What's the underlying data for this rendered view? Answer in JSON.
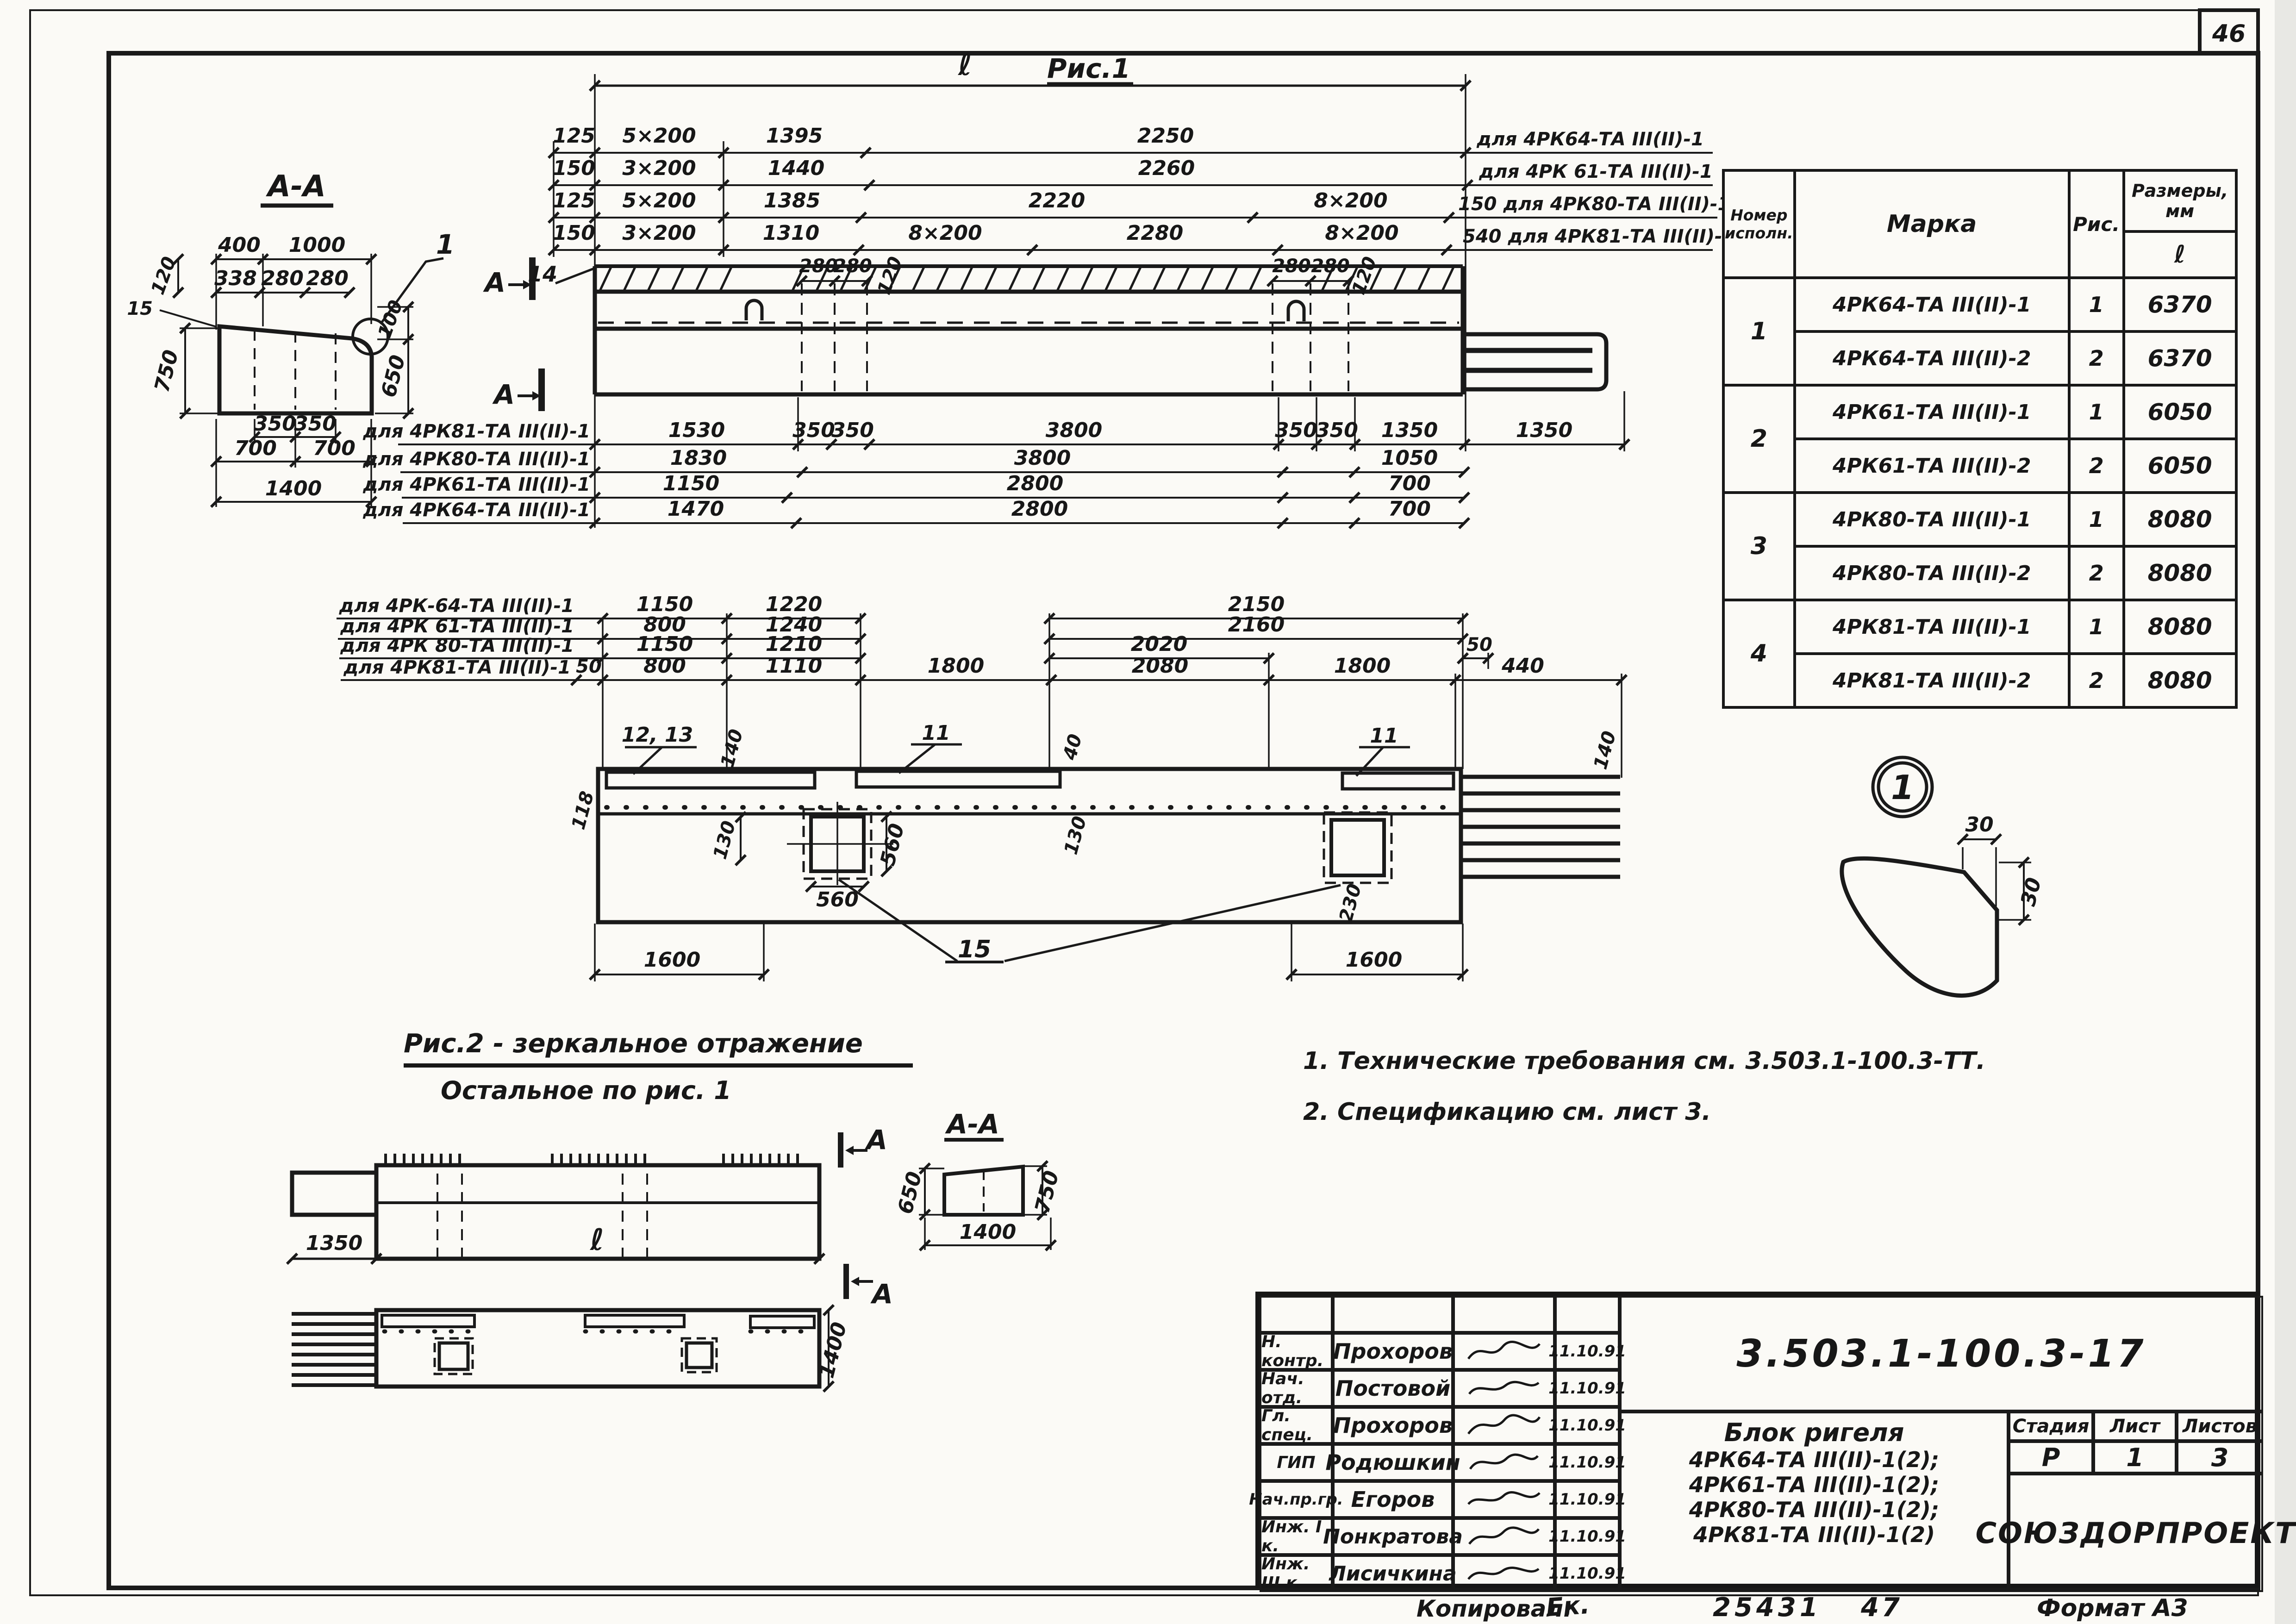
{
  "page": {
    "num": "46",
    "kop": "Копировал:",
    "sig": "Ек.",
    "n1": "25431",
    "n2": "47",
    "fmt": "Формат А3"
  },
  "table": {
    "h_num": "Номер исполн.",
    "h_marka": "Марка",
    "h_ris": "Рис.",
    "h_razm": "Размеры, мм",
    "h_l": "ℓ",
    "groups": [
      "1",
      "2",
      "3",
      "4"
    ],
    "rows": [
      {
        "marka": "4РК64-ТА III(II)-1",
        "ris": "1",
        "l": "6370"
      },
      {
        "marka": "4РК64-ТА III(II)-2",
        "ris": "2",
        "l": "6370"
      },
      {
        "marka": "4РК61-ТА III(II)-1",
        "ris": "1",
        "l": "6050"
      },
      {
        "marka": "4РК61-ТА III(II)-2",
        "ris": "2",
        "l": "6050"
      },
      {
        "marka": "4РК80-ТА III(II)-1",
        "ris": "1",
        "l": "8080"
      },
      {
        "marka": "4РК80-ТА III(II)-2",
        "ris": "2",
        "l": "8080"
      },
      {
        "marka": "4РК81-ТА III(II)-1",
        "ris": "1",
        "l": "8080"
      },
      {
        "marka": "4РК81-ТА III(II)-2",
        "ris": "2",
        "l": "8080"
      }
    ]
  },
  "fig1": {
    "title": "Рис.1",
    "len": "ℓ",
    "mark14": "14",
    "a": "А",
    "tcLeft": [
      "125",
      "150",
      "125",
      "150"
    ],
    "tc1": [
      "5×200",
      "1395",
      "2250"
    ],
    "tc1l": "для 4РК64-ТА III(II)-1",
    "tc2": [
      "3×200",
      "1440",
      "2260"
    ],
    "tc2l": "для 4РК 61-ТА III(II)-1",
    "tc3": [
      "5×200",
      "1385",
      "2220",
      "8×200"
    ],
    "tc3l": "150 для 4РК80-ТА III(II)-1",
    "tc4": [
      "3×200",
      "1310",
      "8×200",
      "2280",
      "8×200"
    ],
    "tc4l": "540 для 4РК81-ТА III(II)-1",
    "d280": "280",
    "d120": "120",
    "bc1": [
      "1530",
      "350",
      "350",
      "3800",
      "350",
      "350",
      "1350",
      "1350"
    ],
    "bc1l": "для 4РК81-ТА III(II)-1",
    "bc2": [
      "1830",
      "3800",
      "1050"
    ],
    "bc2l": "для 4РК80-ТА III(II)-1",
    "bc3": [
      "1150",
      "2800",
      "700"
    ],
    "bc3l": "для 4РК61-ТА III(II)-1",
    "bc4": [
      "1470",
      "2800",
      "700"
    ],
    "bc4l": "для 4РК64-ТА III(II)-1"
  },
  "aa": {
    "title": "А-А",
    "d400": "400",
    "d1000": "1000",
    "d338": "338",
    "d280": "280",
    "d120": "120",
    "d15": "15",
    "d750": "750",
    "d100": "100",
    "d650": "650",
    "d350": "350",
    "d700": "700",
    "d1400": "1400",
    "c1": "1"
  },
  "fig2": {
    "r1": [
      "1150",
      "1220",
      "2150"
    ],
    "r1l": "для 4РК-64-ТА III(II)-1",
    "r2": [
      "800",
      "1240",
      "2160"
    ],
    "r2l": "для 4РК 61-ТА III(II)-1",
    "r3": [
      "1150",
      "1210",
      "2020",
      "50"
    ],
    "r3l": "для 4РК 80-ТА III(II)-1",
    "r4": [
      "50",
      "800",
      "1110",
      "1800",
      "2080",
      "1800",
      "440"
    ],
    "r4l": "для 4РК81-ТА III(II)-1",
    "c1213": "12, 13",
    "c11": "11",
    "c15": "15",
    "d140": "140",
    "d130": "130",
    "d118": "118",
    "d40": "40",
    "d230": "230",
    "d560": "560",
    "d1600": "1600",
    "det": "1",
    "d30": "30"
  },
  "cap2": {
    "l1": "Рис.2 - зеркальное отражение",
    "l2": "Остальное по рис. 1"
  },
  "notes": [
    "1. Технические требования см. 3.503.1-100.3-ТТ.",
    "2. Спецификацию см. лист 3."
  ],
  "bv": {
    "d1350": "1350",
    "len": "ℓ",
    "aa": "А-А",
    "d650": "650",
    "d750": "750",
    "d1400": "1400",
    "a": "А"
  },
  "tb": {
    "doc": "3.503.1-100.3-17",
    "cap": [
      "Блок ригеля",
      "4РК64-ТА III(II)-1(2);",
      "4РК61-ТА III(II)-1(2);",
      "4РК80-ТА III(II)-1(2);",
      "4РК81-ТА III(II)-1(2)"
    ],
    "stage_h": "Стадия",
    "sheet_h": "Лист",
    "sheets_h": "Листов",
    "stage": "Р",
    "sheet": "1",
    "sheets": "3",
    "org": "СОЮЗДОРПРОЕКТ",
    "staff": [
      {
        "role": "Н. контр.",
        "name": "Прохоров",
        "date": "11.10.91"
      },
      {
        "role": "Нач. отд.",
        "name": "Постовой",
        "date": "11.10.91"
      },
      {
        "role": "Гл. спец.",
        "name": "Прохоров",
        "date": "11.10.91"
      },
      {
        "role": "ГИП",
        "name": "Родюшкин",
        "date": "11.10.91"
      },
      {
        "role": "Нач.пр.гр.",
        "name": "Егоров",
        "date": "11.10.91"
      },
      {
        "role": "Инж. I к.",
        "name": "Понкратова",
        "date": "11.10.91"
      },
      {
        "role": "Инж. III к.",
        "name": "Лисичкина",
        "date": "11.10.91"
      }
    ]
  }
}
